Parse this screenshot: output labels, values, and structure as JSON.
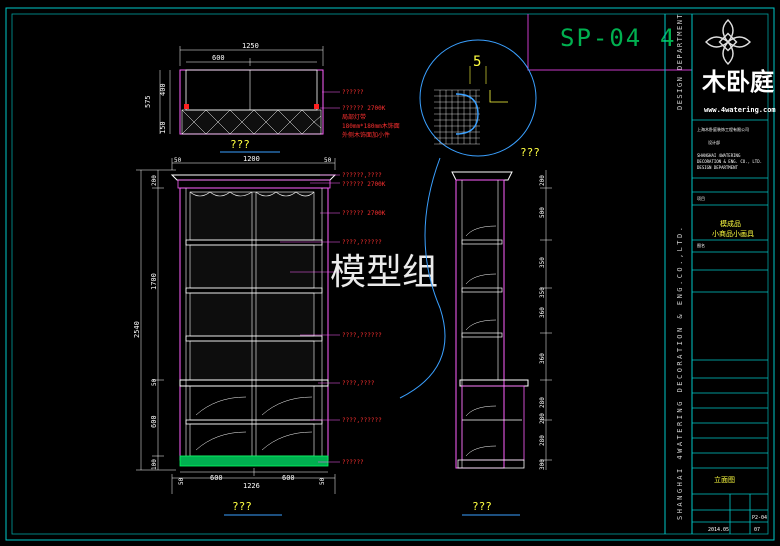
{
  "sheet": {
    "number": "SP-04",
    "number_suffix": "4",
    "watermark": "模型组",
    "brand_chars": "木卧庭",
    "brand_url": "www.4watering.com",
    "vertical_company": "SHANGHAI 4WATERING DECORATION & ENG.CO.,LTD.",
    "vertical_dept": "DESIGN DEPARTMENT"
  },
  "titleblock": {
    "company_cn": "上海木卧庭装饰工程有限公司",
    "company_cn2": "设计部",
    "company_en1": "SHANGHAI 4WATERING",
    "company_en2": "DECORATION & ENG. CO., LTD.",
    "company_en3": "DESIGN DEPARTMENT",
    "project_label": "项目",
    "project_name_1": "模成品",
    "project_name_2": "小商品小画具",
    "drawing_label": "图名",
    "drawing_name": "立面图",
    "date": "2014.05",
    "sheet_no": "P2-04",
    "rev": "07"
  },
  "labels": {
    "plan_title": "???",
    "front_title": "???",
    "side_title": "???",
    "top_title": "???",
    "front_bottom_title": "???",
    "side_bottom_title": "???",
    "detail_no": "5"
  },
  "notes": [
    "??????",
    "?????? 2700K",
    "局部灯带",
    "180mm*180mm木饰面",
    "外侧木饰面加小件",
    "??????,????",
    "?????? 2700K",
    "?????? 2700K",
    "????,??????",
    "????,??????",
    "????,????",
    "????,??????",
    "??????"
  ],
  "dims_top": [
    "1250",
    "600",
    "1200",
    "50",
    "50",
    "1226",
    "600",
    "600",
    "50",
    "50"
  ],
  "dims_left": [
    "575",
    "400",
    "150",
    "2540",
    "1700",
    "600",
    "100",
    "200",
    "50"
  ],
  "dims_side": [
    "200",
    "500",
    "350",
    "350",
    "360",
    "360",
    "280",
    "280",
    "280",
    "300"
  ]
}
